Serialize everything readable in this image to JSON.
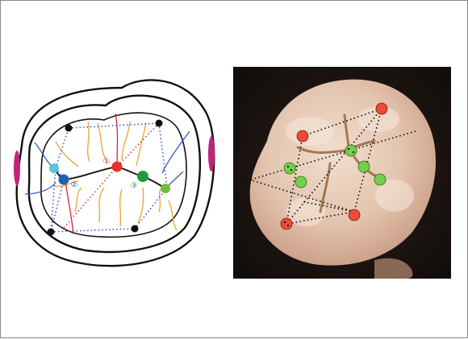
{
  "figure": {
    "left_panel": {
      "kind": "occlusal-contact-schematic",
      "markers": [
        {
          "id": "1",
          "label": "①",
          "color": "#e8312a"
        },
        {
          "id": "2",
          "label": "②",
          "color": "#1f5fb4"
        },
        {
          "id": "3",
          "label": "③",
          "color": "#1b9a4a"
        }
      ],
      "colors": {
        "outline": "#111111",
        "red_contact": "#e8312a",
        "green_contact": "#1f9a3f",
        "light_green_contact": "#6bbf3a",
        "cyan_contact": "#5cc6d6",
        "blue_contact": "#1f5fb4",
        "corner_point": "#111111",
        "orange_ridge": "#f0a030",
        "blue_ridge": "#2f5fc0",
        "red_ridge": "#d9262a",
        "dotted_blue": "#2a4fd0",
        "dotted_red": "#e0302a",
        "dotted_orange": "#f0a030",
        "magenta_tab": "#c0247a"
      }
    },
    "right_panel": {
      "kind": "occlusal-photo-annotation",
      "colors": {
        "background": "#1a1412",
        "tooth_enamel": "#e7cdb9",
        "fissure_stain": "#8a5b32",
        "red_dot": "#ec4a3b",
        "green_dot": "#73d04a",
        "dotted_line": "#111111"
      }
    }
  }
}
